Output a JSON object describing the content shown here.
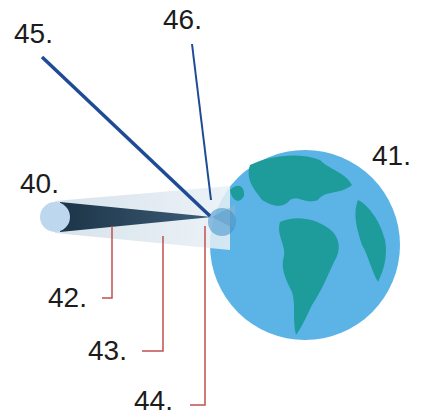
{
  "diagram": {
    "labels": [
      "45.",
      "46.",
      "41.",
      "40.",
      "42.",
      "43.",
      "44."
    ]
  }
}
